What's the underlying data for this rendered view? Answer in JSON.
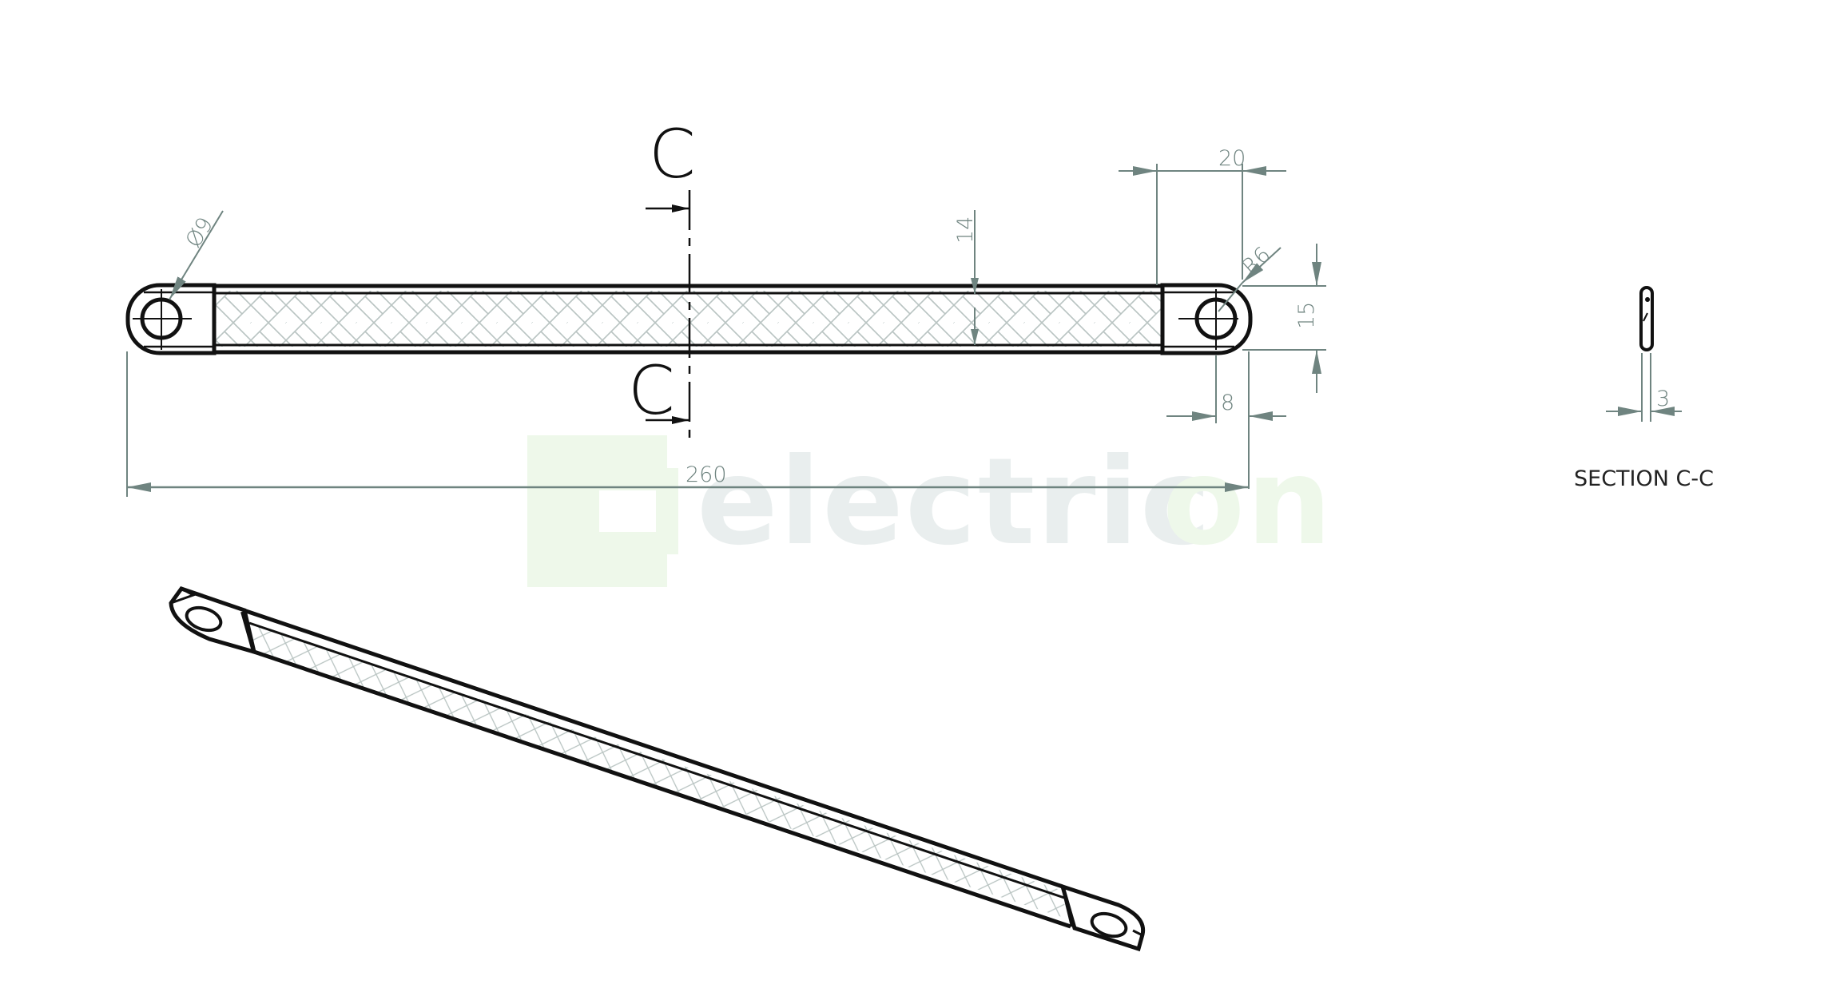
{
  "watermark": {
    "brand_main": "electric",
    "brand_accent": "on",
    "colors": {
      "main": "#e9eeee",
      "accent": "#eef8ea"
    }
  },
  "front_view": {
    "section_marker_top": "C",
    "section_marker_bottom": "C",
    "dimensions": {
      "overall_length": "260",
      "hole_diameter": "Ø9",
      "braid_width": "14",
      "lug_width": "15",
      "lug_length": "20",
      "hole_offset": "8",
      "end_radius": "R6"
    }
  },
  "section_view": {
    "title": "SECTION C-C",
    "thickness": "3"
  },
  "colors": {
    "outline": "#111111",
    "dimension": "#6f8480",
    "hatch": "#b9c4c2"
  }
}
